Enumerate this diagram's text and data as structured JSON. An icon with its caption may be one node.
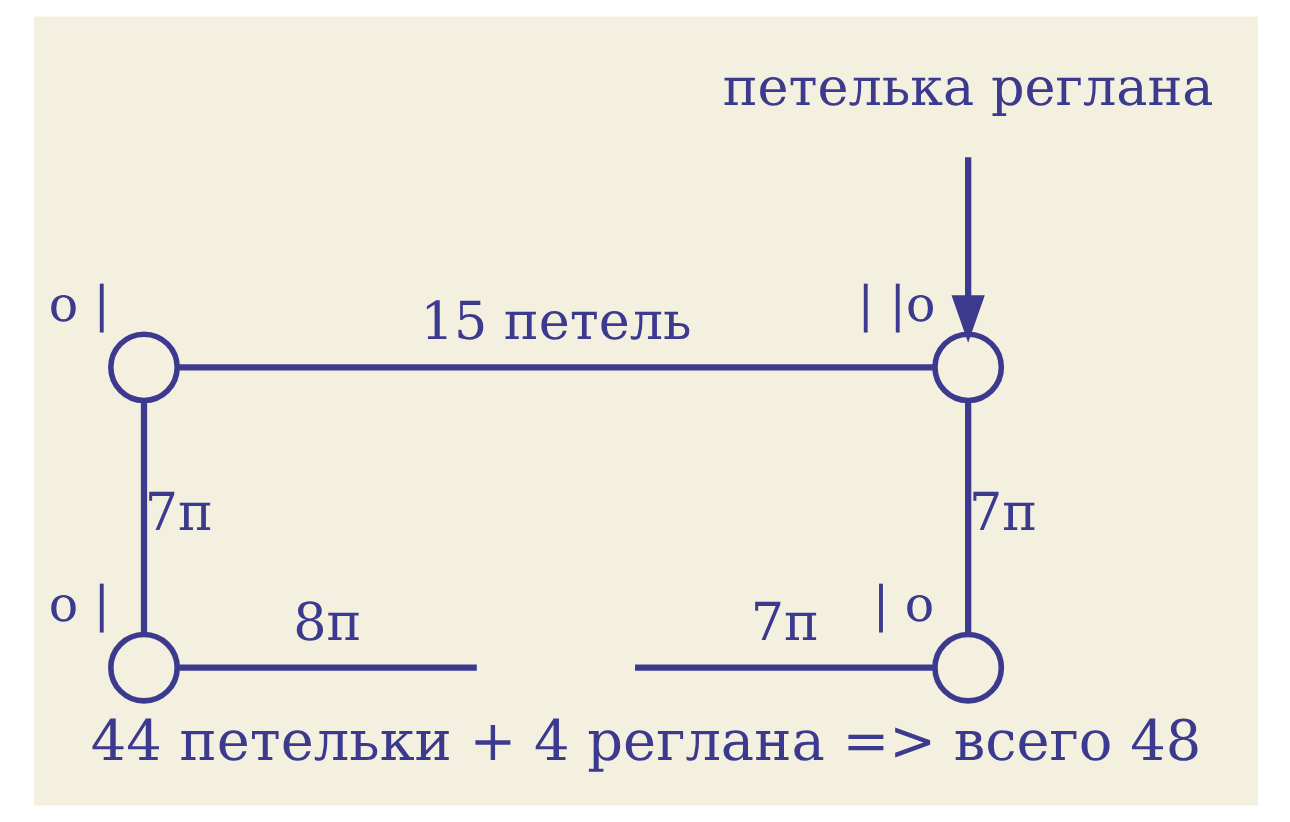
{
  "diagram": {
    "caption": "44 петельки + 4 реглана => всего 48",
    "nodes": [
      {
        "text": [
          "петелька реглана"
        ]
      },
      {
        "text": [],
        "shape": "circle",
        "beside": [
          "о",
          "|"
        ]
      },
      {
        "text": [],
        "shape": "circle",
        "beside": [
          "|",
          "|о"
        ]
      },
      {
        "text": [],
        "shape": "circle",
        "beside": [
          "о",
          "|"
        ]
      },
      {
        "text": [],
        "shape": "circle",
        "beside": [
          "|",
          "о"
        ]
      }
    ],
    "edges": [
      {
        "from": 1,
        "to": 2,
        "arrow": "none",
        "label": "15 петель"
      },
      {
        "from": 1,
        "to": 3,
        "arrow": "none",
        "label": "7п"
      },
      {
        "from": 2,
        "to": 4,
        "arrow": "none",
        "label": "7п"
      },
      {
        "from": 3,
        "to": null,
        "arrow": "none",
        "label": "8п"
      },
      {
        "from": null,
        "to": 4,
        "arrow": "none",
        "label": "7п"
      },
      {
        "from": 0,
        "to": 2,
        "arrow": "to"
      }
    ]
  }
}
